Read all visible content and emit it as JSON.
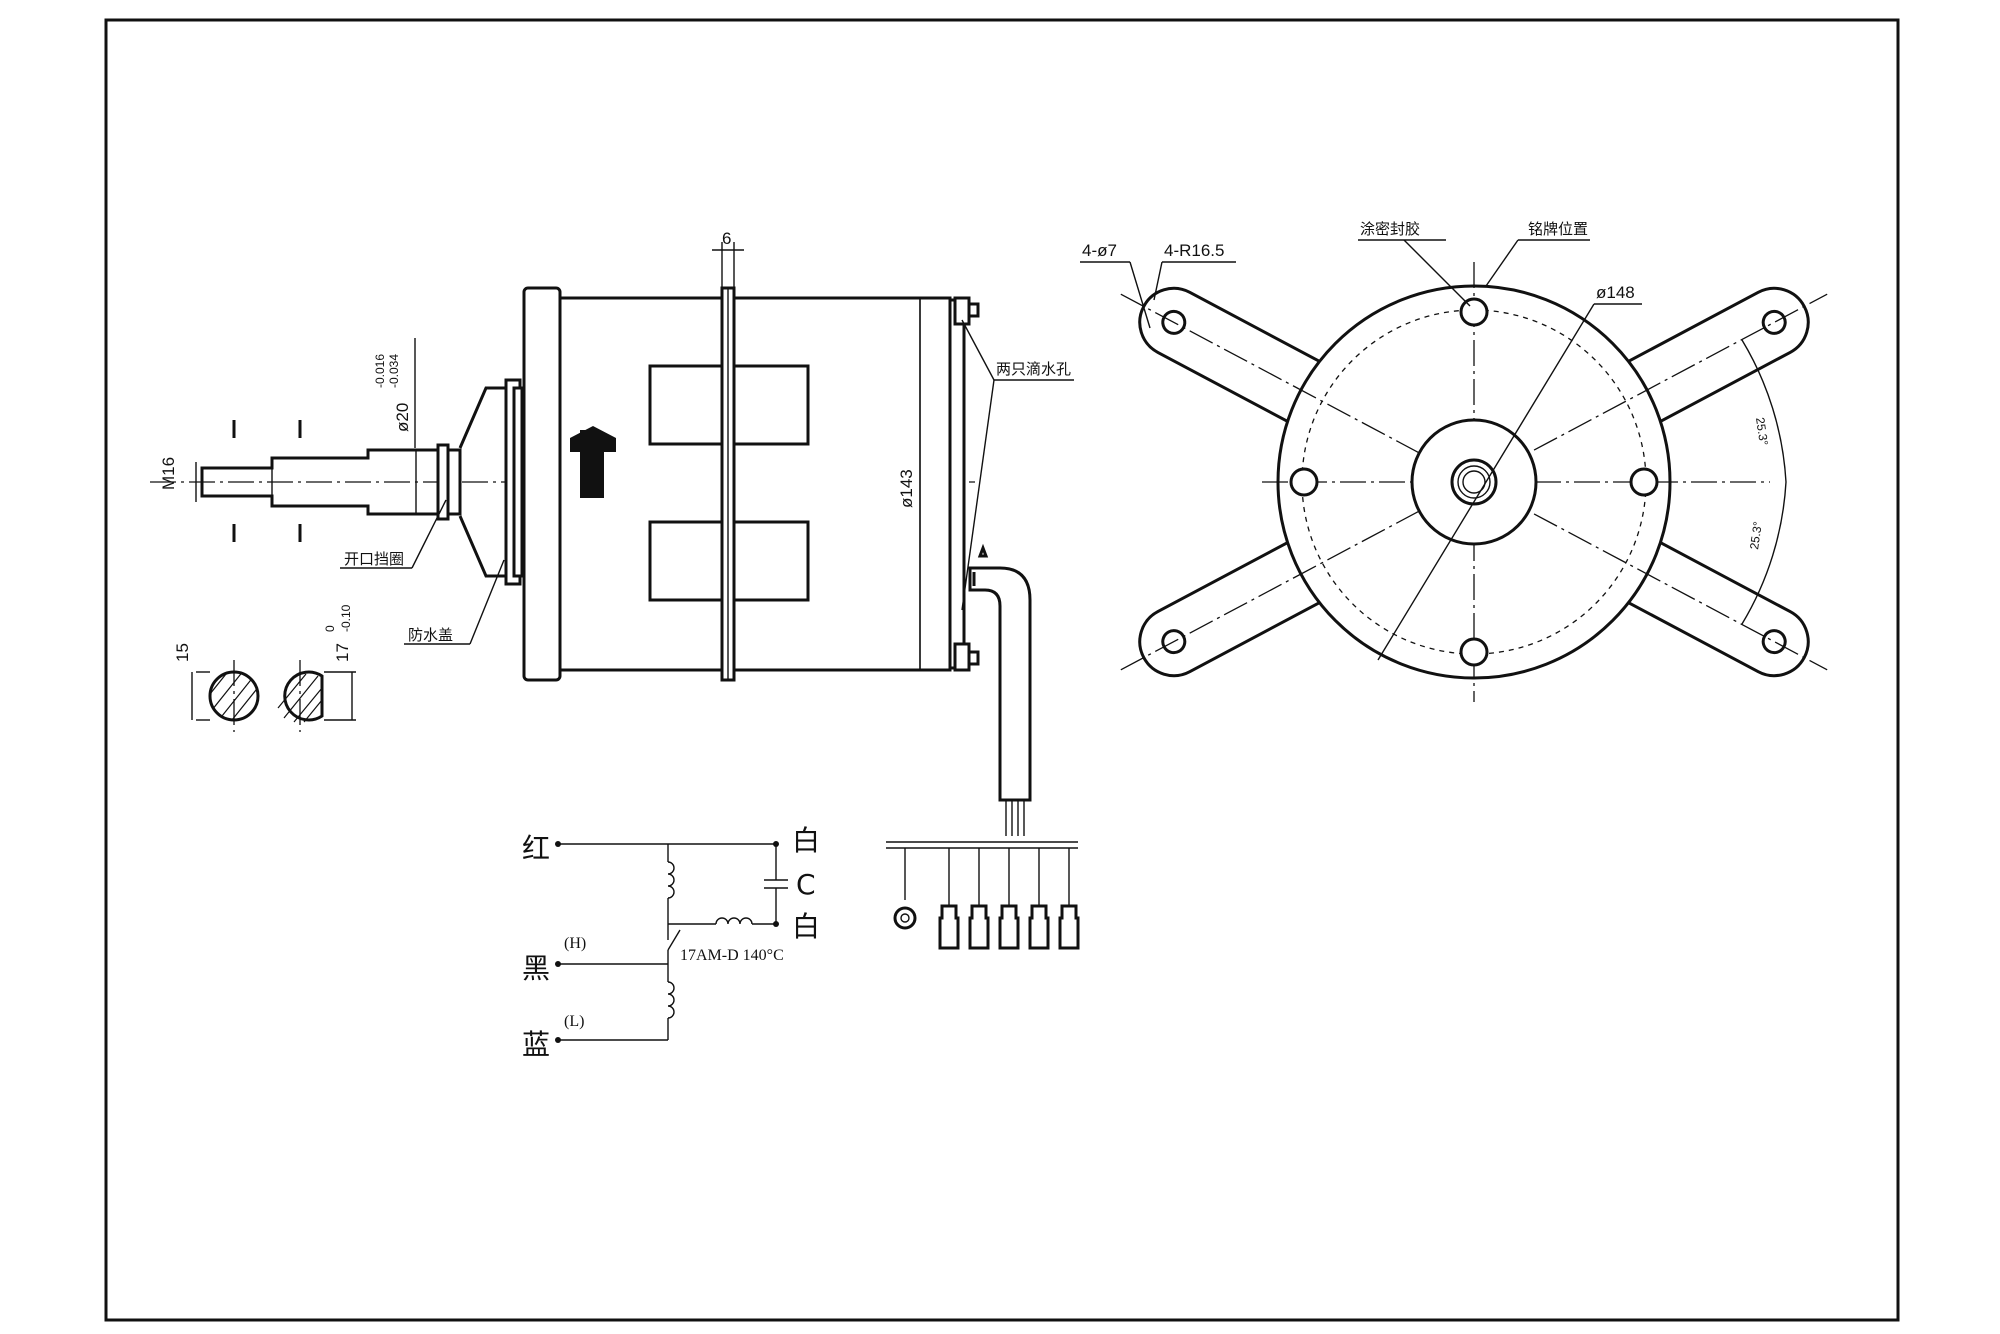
{
  "dimensions": {
    "thread": "M16",
    "shaft_diameter": "ø20",
    "shaft_tol_upper": "-0.016",
    "shaft_tol_lower": "-0.034",
    "flat_depth": "15",
    "shaft_d": "17",
    "shaft_d_tol_upper": "0",
    "shaft_d_tol_lower": "-0.10",
    "ring_width": "6",
    "body_diameter": "ø143",
    "holes": "4-ø7",
    "radius": "4-R16.5",
    "pcd": "ø148",
    "angle_upper": "25.3°",
    "angle_lower": "25.3°"
  },
  "labels": {
    "snap_ring": "开口挡圈",
    "waterproof_cover": "防水盖",
    "drain_holes": "两只滴水孔",
    "sealant": "涂密封胶",
    "nameplate": "铭牌位置"
  },
  "wiring": {
    "red": "红",
    "black": "黑",
    "blue": "蓝",
    "white_top": "白",
    "white_bottom": "白",
    "capacitor": "C",
    "high": "(H)",
    "low": "(L)",
    "protector": "17AM-D 140°C"
  }
}
